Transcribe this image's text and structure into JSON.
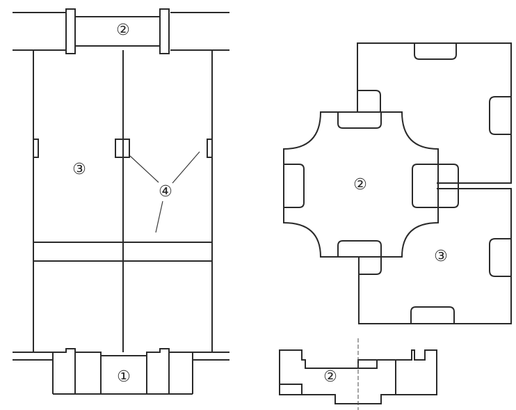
{
  "labels": {
    "left_top": "②",
    "left_middle": "③",
    "left_leader": "④",
    "left_bottom": "①",
    "right_center": "②",
    "right_lower": "③",
    "bottom_right": "②"
  }
}
